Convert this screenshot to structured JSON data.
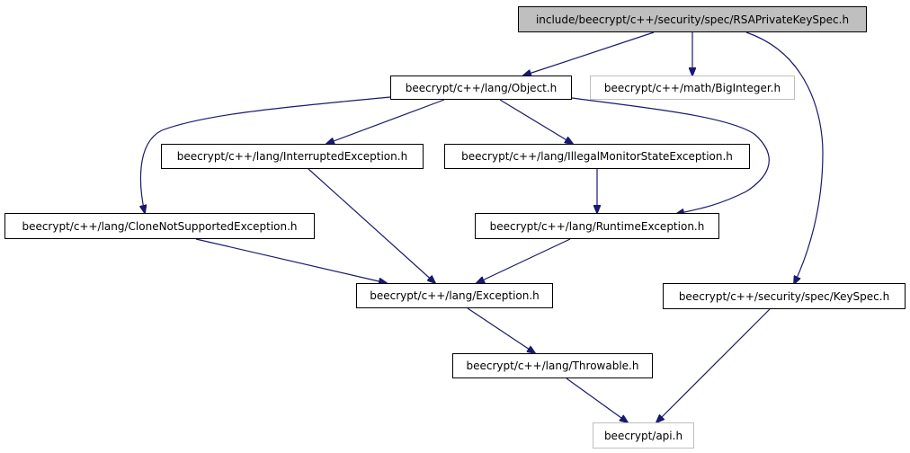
{
  "nodes": {
    "rsa": "include/beecrypt/c++/security/spec/RSAPrivateKeySpec.h",
    "object": "beecrypt/c++/lang/Object.h",
    "biginteger": "beecrypt/c++/math/BigInteger.h",
    "interrupted": "beecrypt/c++/lang/InterruptedException.h",
    "illegal": "beecrypt/c++/lang/IllegalMonitorStateException.h",
    "clone": "beecrypt/c++/lang/CloneNotSupportedException.h",
    "runtime": "beecrypt/c++/lang/RuntimeException.h",
    "exception": "beecrypt/c++/lang/Exception.h",
    "keyspec": "beecrypt/c++/security/spec/KeySpec.h",
    "throwable": "beecrypt/c++/lang/Throwable.h",
    "api": "beecrypt/api.h"
  },
  "colors": {
    "edge": "#191970",
    "root_fill": "#bfbfbf",
    "external_border": "#bfbfbf"
  }
}
